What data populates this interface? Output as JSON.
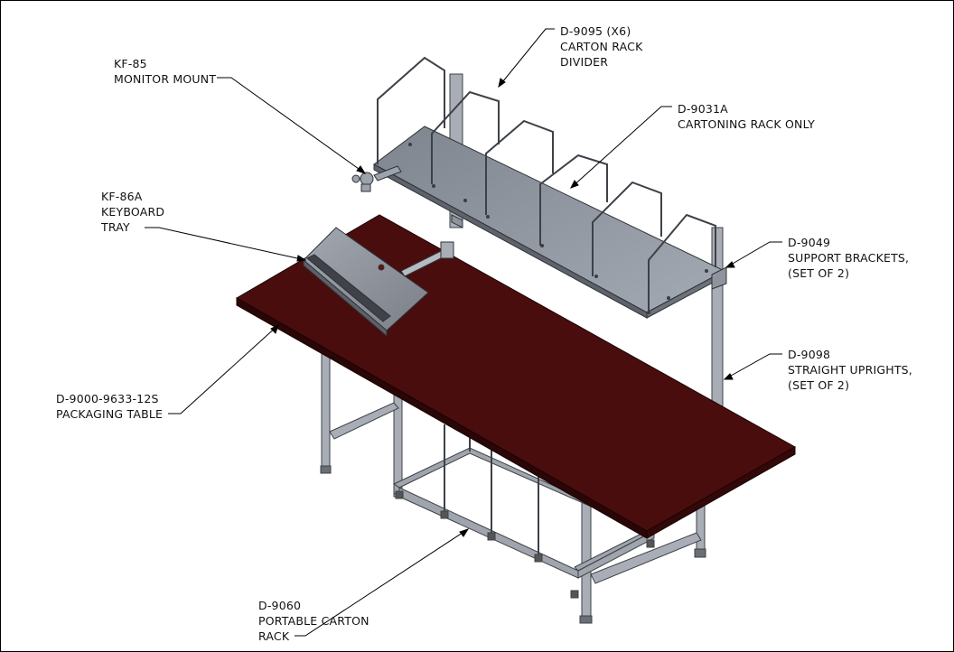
{
  "callouts": [
    {
      "id": "monitor-mount",
      "lines": [
        "KF-85",
        "MONITOR MOUNT"
      ]
    },
    {
      "id": "keyboard-tray",
      "lines": [
        "KF-86A",
        "KEYBOARD",
        "TRAY"
      ]
    },
    {
      "id": "packaging-table",
      "lines": [
        "D-9000-9633-12S",
        "PACKAGING TABLE"
      ]
    },
    {
      "id": "portable-carton-rack",
      "lines": [
        "D-9060",
        "PORTABLE CARTON",
        "RACK"
      ]
    },
    {
      "id": "carton-rack-divider",
      "lines": [
        "D-9095 (X6)",
        "CARTON RACK",
        "DIVIDER"
      ]
    },
    {
      "id": "cartoning-rack",
      "lines": [
        "D-9031A",
        "CARTONING RACK ONLY"
      ]
    },
    {
      "id": "support-brackets",
      "lines": [
        "D-9049",
        "SUPPORT BRACKETS,",
        "(SET OF 2)"
      ]
    },
    {
      "id": "straight-uprights",
      "lines": [
        "D-9098",
        "STRAIGHT UPRIGHTS,",
        "(SET OF 2)"
      ]
    }
  ],
  "colors": {
    "table_top": "#4a0d0d",
    "table_top_edge": "#2a0606",
    "steel": "#9da3ad",
    "steel_dark": "#5e636b",
    "shelf": "#8e949e",
    "tray": "#8a8f98"
  }
}
